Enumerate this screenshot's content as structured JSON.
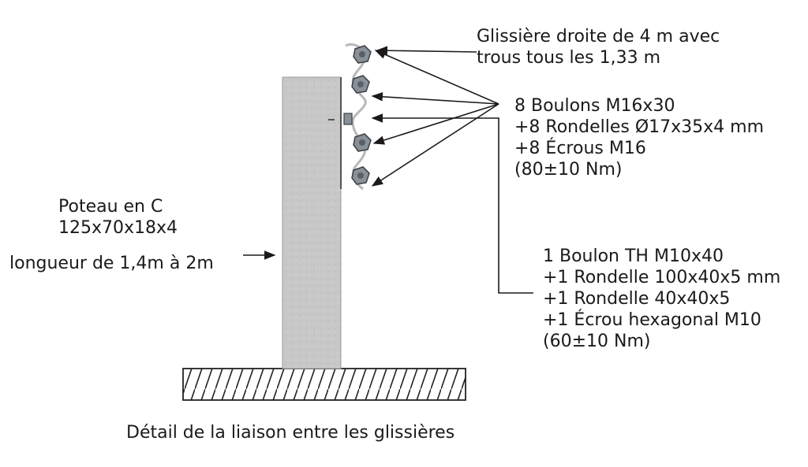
{
  "glissiere_label": [
    "Glissière droite de 4 m avec",
    "trous tous les 1,33 m"
  ],
  "boulons_label": [
    "8 Boulons M16x30",
    "+8 Rondelles Ø17x35x4 mm",
    "+8 Écrous M16",
    "(80±10 Nm)"
  ],
  "poteau_label": [
    "Poteau en C",
    "125x70x18x4"
  ],
  "longueur_label": "longueur de 1,4m à 2m",
  "boulon_th_label": [
    "1 Boulon TH M10x40",
    "+1 Rondelle 100x40x5 mm",
    "+1 Rondelle 40x40x5",
    "+1 Écrou hexagonal M10",
    "(60±10 Nm)"
  ],
  "caption": "Détail de la liaison entre les glissières",
  "colors": {
    "post": "#c9c9c9",
    "ground_fill": "#bdbdbd",
    "line": "#1a1a1a",
    "rail": "#b8b8b8"
  }
}
